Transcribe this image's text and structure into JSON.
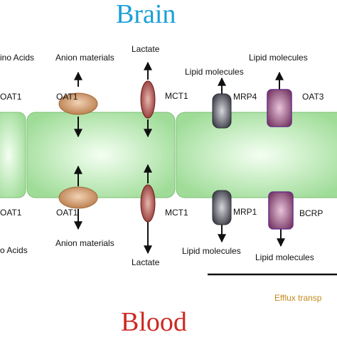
{
  "titles": {
    "top": "Brain",
    "bottom": "Blood"
  },
  "colors": {
    "brain": "#1a9fd8",
    "blood": "#cc2a22",
    "cell": "#b4e6b0",
    "oat1": "#c98b5a",
    "mct1": "#9c3a38",
    "mrp": "#55555f",
    "bcrp": "#8a4a73",
    "efflux_text": "#c48a1a"
  },
  "labels": {
    "amino_acids_top": "ino Acids",
    "oat1_left_top": "OAT1",
    "anion_materials_top": "Anion materials",
    "oat1_top": "OAT1",
    "lactate_top": "Lactate",
    "mct1_top": "MCT1",
    "lipid_molecules_top_left": "Lipid molecules",
    "mrp4": "MRP4",
    "lipid_molecules_top_right": "Lipid molecules",
    "oat3": "OAT3",
    "oat1_left_bottom": "OAT1",
    "oat1_bottom": "OAT1",
    "mct1_bottom": "MCT1",
    "mrp1": "MRP1",
    "bcrp": "BCRP",
    "amino_acids_bottom": "o Acids",
    "anion_materials_bottom": "Anion materials",
    "lipid_molecules_bottom_left": "Lipid molecules",
    "lipid_molecules_bottom_right": "Lipid molecules",
    "lactate_bottom": "Lactate",
    "efflux": "Efflux transp"
  }
}
